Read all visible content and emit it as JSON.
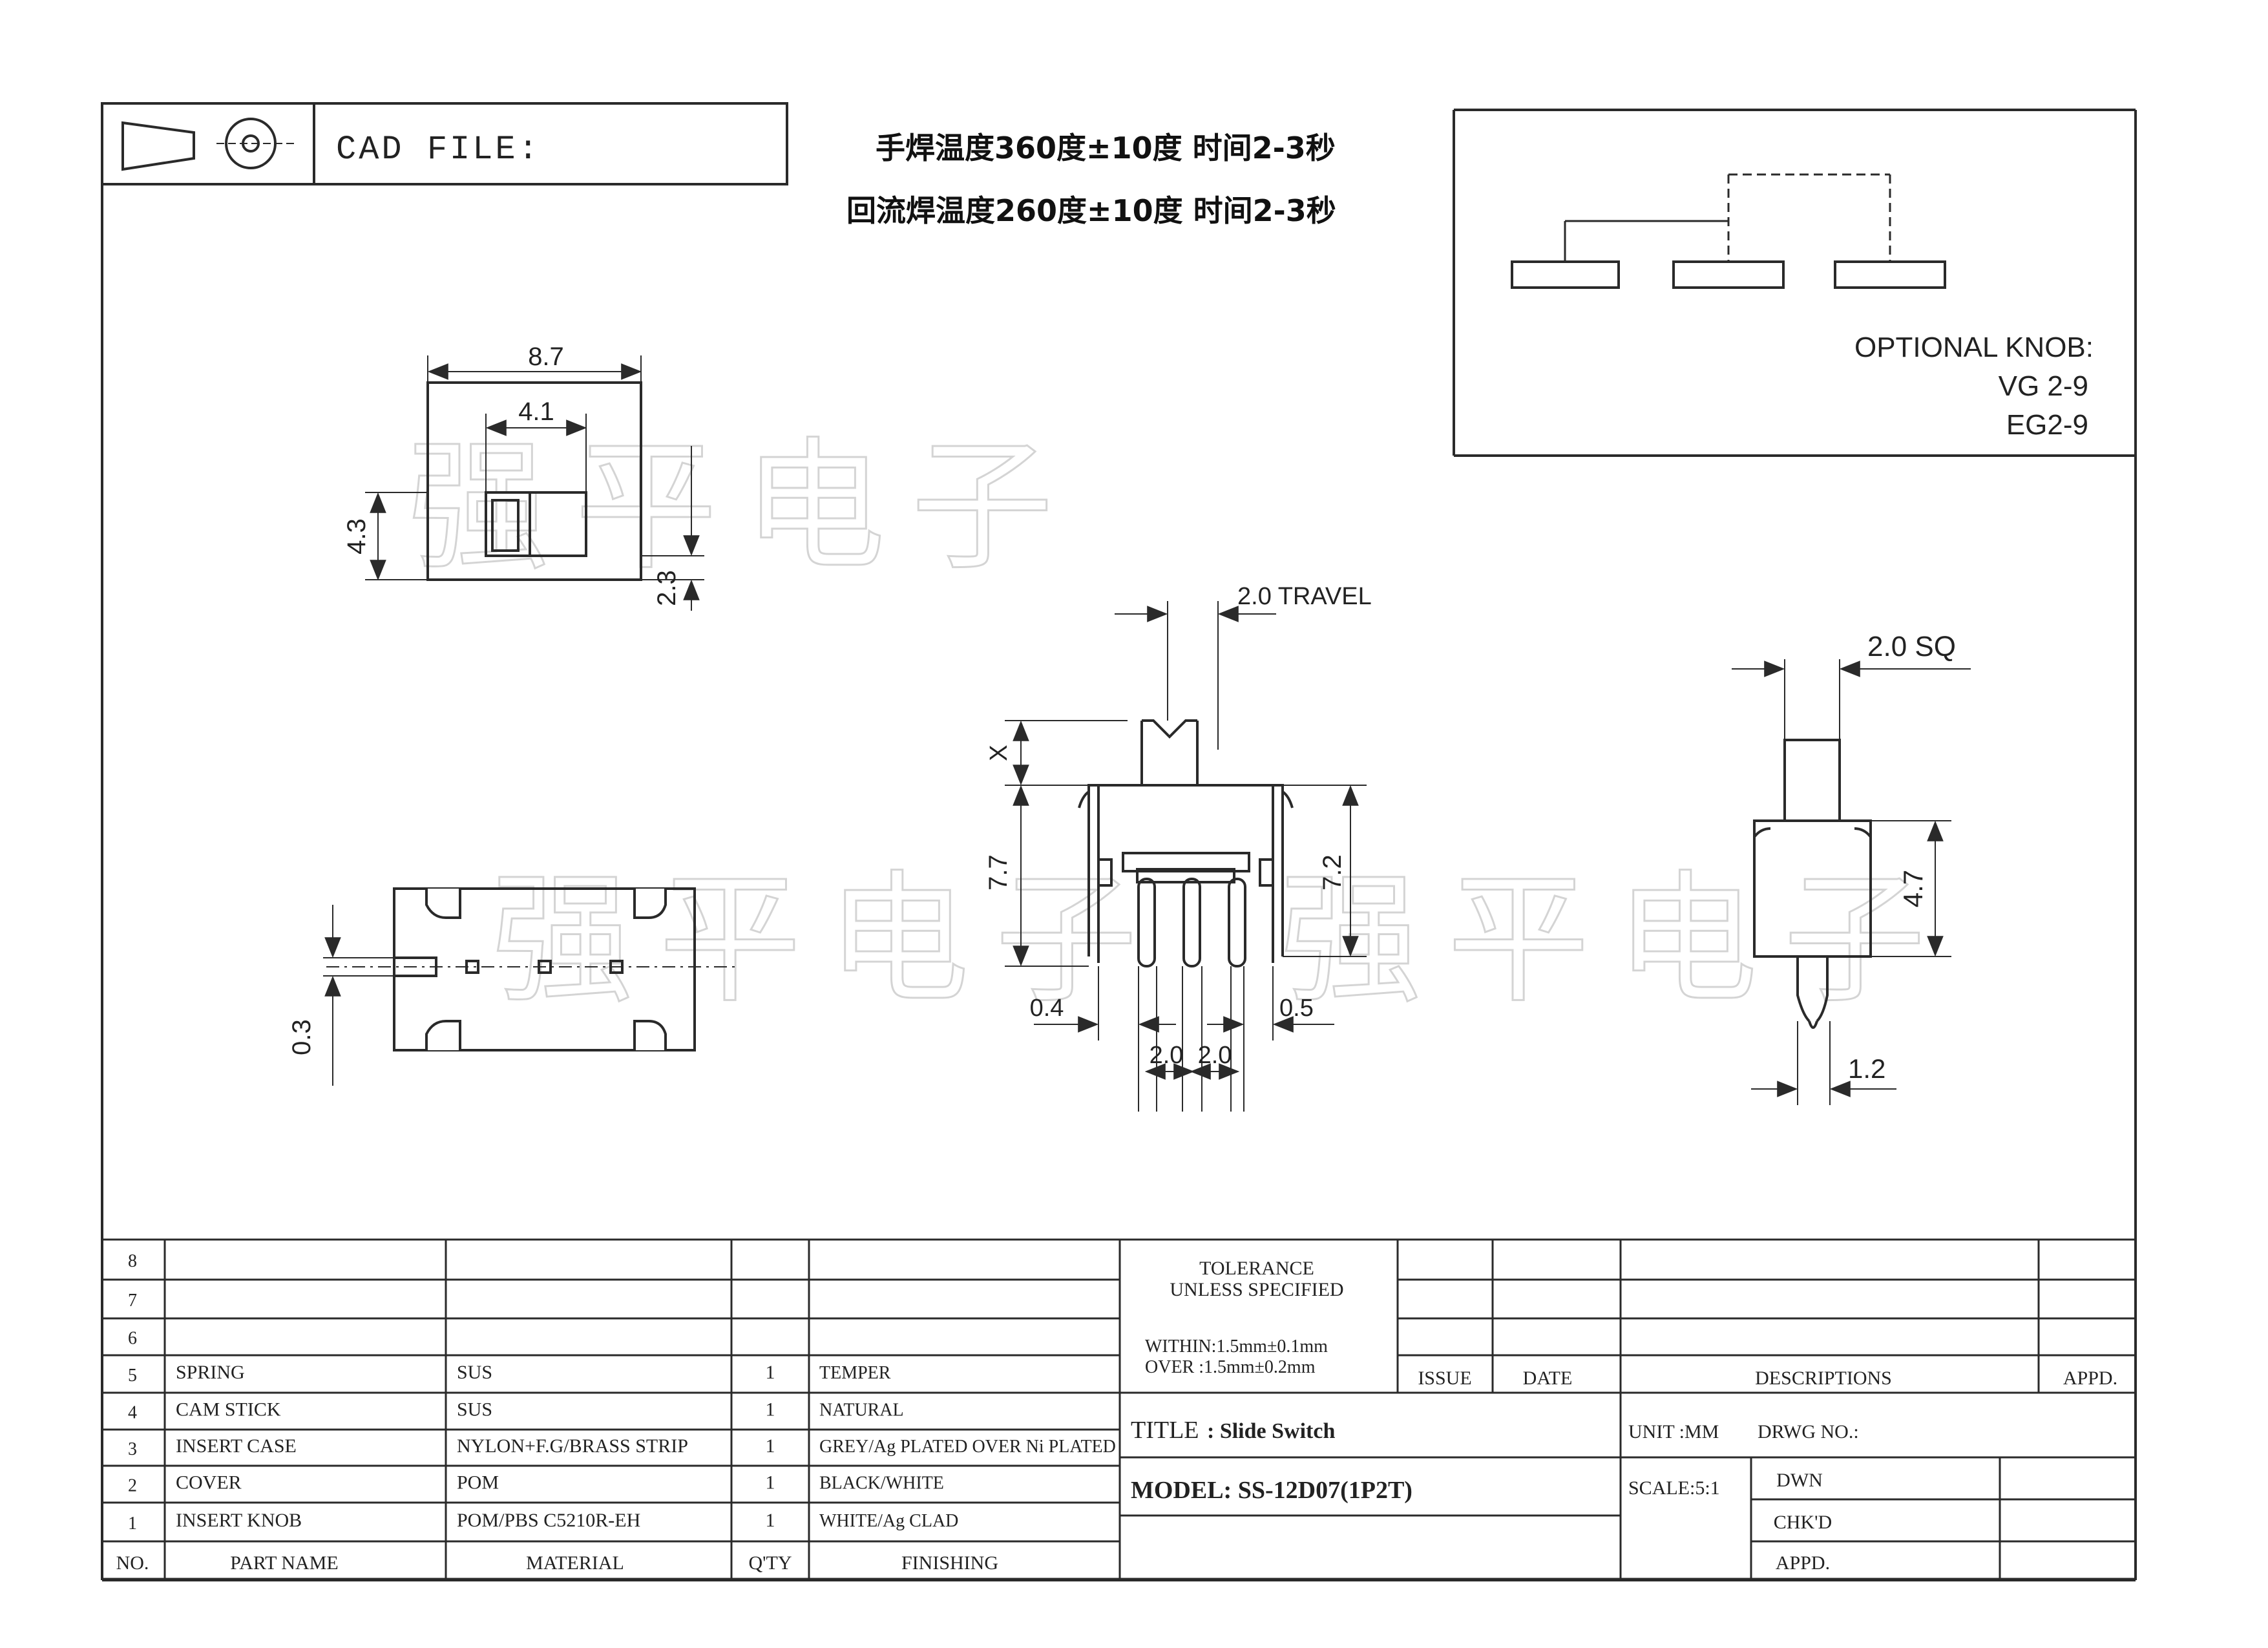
{
  "cad_file_label": "CAD FILE:",
  "notes": {
    "hand_solder": "手焊温度360度±10度  时间2-3秒",
    "reflow": "回流焊温度260度±10度  时间2-3秒"
  },
  "watermark": "强平电子",
  "optional_knob": {
    "label": "OPTIONAL KNOB:",
    "options": [
      "VG 2-9",
      "EG2-9"
    ]
  },
  "dimensions": {
    "top_width": "8.7",
    "top_slot": "4.1",
    "top_height": "4.3",
    "top_offset": "2.3",
    "bottom_gap": "0.3",
    "travel": "2.0 TRAVEL",
    "x_label": "X",
    "front_left_height": "7.7",
    "front_right_height": "7.2",
    "pin_left": "0.4",
    "pin_right": "0.5",
    "pitch_1": "2.0",
    "pitch_2": "2.0",
    "knob_sq": "2.0 SQ",
    "side_height": "4.7",
    "side_pin": "1.2"
  },
  "bom": {
    "rows": [
      {
        "no": "8",
        "part": "",
        "material": "",
        "qty": "",
        "finishing": ""
      },
      {
        "no": "7",
        "part": "",
        "material": "",
        "qty": "",
        "finishing": ""
      },
      {
        "no": "6",
        "part": "",
        "material": "",
        "qty": "",
        "finishing": ""
      },
      {
        "no": "5",
        "part": "SPRING",
        "material": "SUS",
        "qty": "1",
        "finishing": "TEMPER"
      },
      {
        "no": "4",
        "part": "CAM STICK",
        "material": "SUS",
        "qty": "1",
        "finishing": "NATURAL"
      },
      {
        "no": "3",
        "part": "INSERT CASE",
        "material": "NYLON+F.G/BRASS STRIP",
        "qty": "1",
        "finishing": "GREY/Ag PLATED OVER Ni PLATED"
      },
      {
        "no": "2",
        "part": "COVER",
        "material": "POM",
        "qty": "1",
        "finishing": "BLACK/WHITE"
      },
      {
        "no": "1",
        "part": "INSERT KNOB",
        "material": "POM/PBS C5210R-EH",
        "qty": "1",
        "finishing": "WHITE/Ag CLAD"
      }
    ],
    "headers": {
      "no": "NO.",
      "part": "PART   NAME",
      "material": "MATERIAL",
      "qty": "Q'TY",
      "finishing": "FINISHING"
    }
  },
  "tolerance": {
    "title_1": "TOLERANCE",
    "title_2": "UNLESS SPECIFIED",
    "within": "WITHIN:1.5mm±0.1mm",
    "over": "OVER  :1.5mm±0.2mm"
  },
  "revision": {
    "issue": "ISSUE",
    "date": "DATE",
    "descriptions": "DESCRIPTIONS",
    "appd": "APPD."
  },
  "title_block": {
    "title_label": "TITLE",
    "title_value": ": Slide   Switch",
    "unit": "UNIT :MM",
    "drwg_no": "DRWG NO.:",
    "model": "MODEL: SS-12D07(1P2T)",
    "scale": "SCALE:5:1",
    "dwn": "DWN",
    "chkd": "CHK'D",
    "appd": "APPD."
  }
}
